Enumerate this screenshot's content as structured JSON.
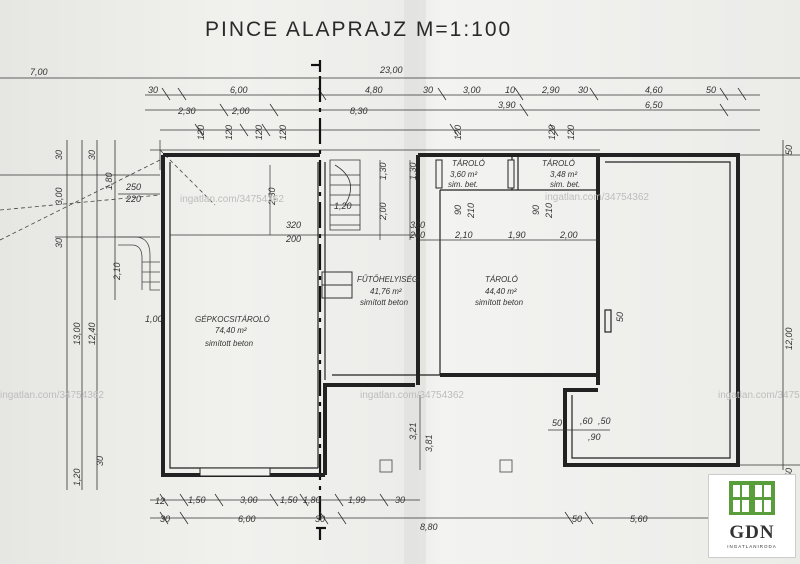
{
  "title": "PINCE ALAPRAJZ  M=1:100",
  "watermark": "ingatlan.com/34754362",
  "rooms": [
    {
      "name": "GÉPKOCSITÁROLÓ",
      "area": "74,40 m²",
      "floor": "simított beton"
    },
    {
      "name": "FŰTŐHELYISÉG",
      "area": "41,76 m²",
      "floor": "simított beton"
    },
    {
      "name": "TÁROLÓ",
      "area": "44,40 m²",
      "floor": "simított beton"
    },
    {
      "name": "TÁROLÓ",
      "area": "3,60 m²",
      "floor": "sim. bet."
    },
    {
      "name": "TÁROLÓ",
      "area": "3,48 m²",
      "floor": "sim. bet."
    }
  ],
  "dimensions": {
    "top_row1": [
      "7,00",
      "23,00"
    ],
    "top_row2": [
      "30",
      "6,00",
      "4,80",
      "30",
      "3,00",
      "10",
      "2,90",
      "30",
      "4,60",
      "50"
    ],
    "top_row3": [
      "2,30",
      "2,00",
      "8,30",
      "3,90",
      "6,50"
    ],
    "top_small": [
      "120",
      "120",
      "120",
      "120",
      "120",
      "120",
      "120"
    ],
    "left": [
      "30",
      "3,00",
      "1,80",
      "30",
      "13,00",
      "12,40",
      "30",
      "1,20",
      "30"
    ],
    "left_short": [
      "250",
      "220",
      "2,10",
      "1,00"
    ],
    "right": [
      "50",
      "12,00",
      "50"
    ],
    "interior": [
      "2,30",
      "1,20",
      "1,30",
      "2,00",
      "1,30",
      "320",
      "200",
      "320",
      "200",
      "90",
      "210",
      "90",
      "210",
      "2,10",
      "1,90",
      "2,00",
      "3,21",
      "3,81",
      "50",
      ",60",
      ",50",
      ",90",
      "50"
    ],
    "bottom_row1": [
      "12",
      "1,50",
      "3,00",
      "1,50",
      "1,80",
      "1,99",
      "30"
    ],
    "bottom_row2": [
      "30",
      "6,00",
      "30",
      "8,80",
      "50",
      "5,60"
    ]
  },
  "logo": {
    "text": "GDN",
    "subtitle": "INGATLANIRODA"
  }
}
